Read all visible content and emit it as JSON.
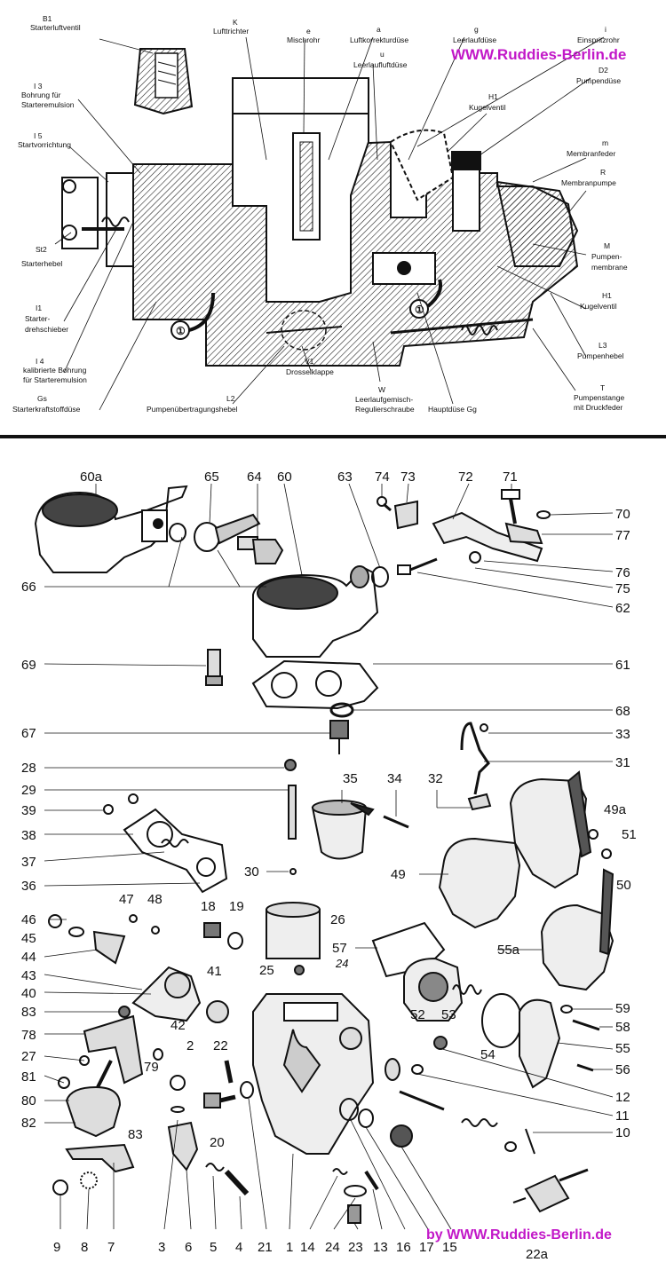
{
  "watermark_top": "WWW.Ruddies-Berlin.de",
  "watermark_bottom": "by WWW.Ruddies-Berlin.de",
  "section_labels": [
    {
      "code": "B1",
      "text": "Starterluftventil"
    },
    {
      "code": "I 3",
      "text": "Bohrung für"
    },
    {
      "code": "",
      "text": "Starteremulsion"
    },
    {
      "code": "I 5",
      "text": "Startvorrichtung"
    },
    {
      "code": "St2",
      "text": "Starterhebel"
    },
    {
      "code": "I1",
      "text": "Starter-"
    },
    {
      "code": "",
      "text": "drehschieber"
    },
    {
      "code": "I 4",
      "text": "kalibrierte Bohrung"
    },
    {
      "code": "",
      "text": "für Starteremulsion"
    },
    {
      "code": "Gs",
      "text": "Starterkraftstoffdüse"
    },
    {
      "code": "K",
      "text": "Lufttrichter"
    },
    {
      "code": "e",
      "text": "Mischrohr"
    },
    {
      "code": "a",
      "text": "Luftkorrekturdüse"
    },
    {
      "code": "u",
      "text": "Leerlaufluftdüse"
    },
    {
      "code": "g",
      "text": "Leerlaufdüse"
    },
    {
      "code": "i",
      "text": "Einspritzrohr"
    },
    {
      "code": "D2",
      "text": "Pumpendüse"
    },
    {
      "code": "H1",
      "text": "Kugelventil"
    },
    {
      "code": "m",
      "text": "Membranfeder"
    },
    {
      "code": "R",
      "text": "Membranpumpe"
    },
    {
      "code": "M",
      "text": "Pumpen-"
    },
    {
      "code": "",
      "text": "membrane"
    },
    {
      "code": "H1",
      "text": "Kugelventil"
    },
    {
      "code": "L3",
      "text": "Pumpenhebel"
    },
    {
      "code": "T",
      "text": "Pumpenstange"
    },
    {
      "code": "",
      "text": "mit Druckfeder"
    },
    {
      "code": "V1",
      "text": "Drosselklappe"
    },
    {
      "code": "L2",
      "text": "Pumpenübertragungshebel"
    },
    {
      "code": "W",
      "text": "Leerlaufgemisch-"
    },
    {
      "code": "",
      "text": "Regulierschraube"
    },
    {
      "code": "",
      "text": "Hauptdüse Gg"
    }
  ],
  "part_numbers": [
    "60a",
    "65",
    "64",
    "60",
    "63",
    "74",
    "73",
    "72",
    "71",
    "70",
    "77",
    "76",
    "75",
    "62",
    "66",
    "69",
    "61",
    "68",
    "67",
    "33",
    "31",
    "28",
    "35",
    "34",
    "32",
    "29",
    "49a",
    "39",
    "51",
    "38",
    "37",
    "30",
    "49",
    "50",
    "36",
    "47",
    "48",
    "18",
    "19",
    "26",
    "46",
    "45",
    "44",
    "57",
    "55a",
    "43",
    "25",
    "41",
    "40",
    "42",
    "52",
    "53",
    "59",
    "83",
    "22",
    "58",
    "78",
    "54",
    "55",
    "2",
    "27",
    "79",
    "56",
    "81",
    "12",
    "80",
    "20",
    "11",
    "82",
    "83",
    "10",
    "9",
    "8",
    "7",
    "3",
    "6",
    "5",
    "4",
    "21",
    "1",
    "14",
    "24",
    "23",
    "13",
    "16",
    "17",
    "15",
    "22a"
  ],
  "callouts": [
    "24",
    "①",
    "①"
  ]
}
